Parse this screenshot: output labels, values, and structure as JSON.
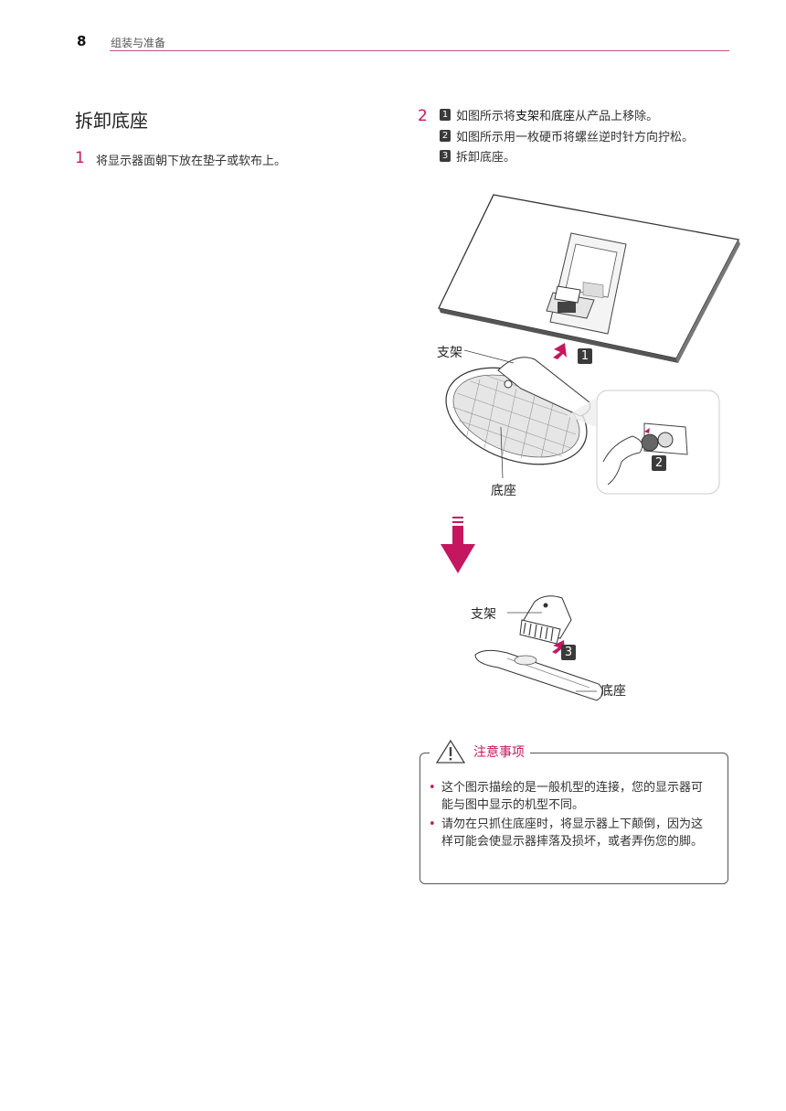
{
  "header": {
    "page_number": "8",
    "section": "组装与准备"
  },
  "title": "拆卸底座",
  "step1": {
    "number": "1",
    "text": "将显示器面朝下放在垫子或软布上。"
  },
  "step2": {
    "number": "2",
    "items": [
      {
        "badge": "1",
        "pre": "如图所示将",
        "b1": "支架",
        "mid": "和",
        "b2": "底座",
        "post": "从产品上移除。"
      },
      {
        "badge": "2",
        "text": "如图所示用一枚硬币将螺丝逆时针方向拧松。"
      },
      {
        "badge": "3",
        "text": "拆卸底座。"
      }
    ]
  },
  "figure": {
    "label_stand_top": "支架",
    "label_base_top": "底座",
    "badge1": "1",
    "badge2": "2",
    "label_stand_bottom": "支架",
    "label_base_bottom": "底座",
    "badge3": "3"
  },
  "caution": {
    "title": "注意事项",
    "items": [
      "这个图示描绘的是一般机型的连接，您的显示器可能与图中显示的机型不同。",
      "请勿在只抓住底座时，将显示器上下颠倒，因为这样可能会使显示器摔落及损坏，或者弄伤您的脚。"
    ]
  },
  "colors": {
    "accent": "#c4175f",
    "rule": "#c94f88"
  }
}
